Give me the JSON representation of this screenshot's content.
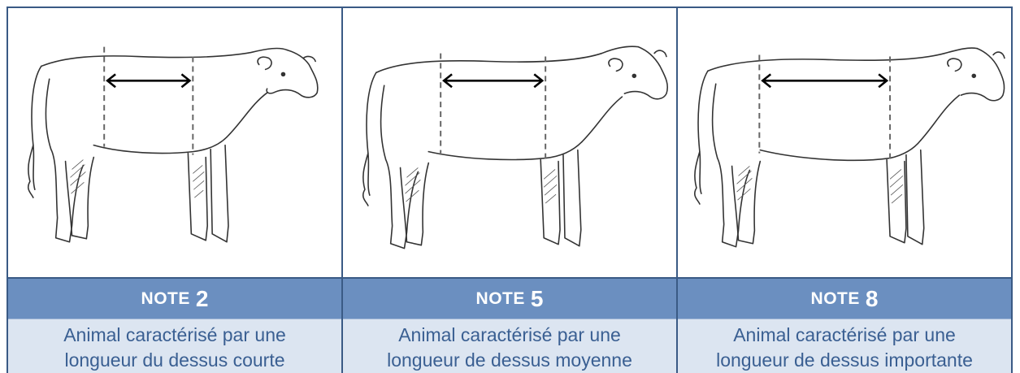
{
  "panels": [
    {
      "note_word": "NOTE",
      "note_value": "2",
      "description_line1": "Animal caractérisé par une",
      "description_line2": "longueur du dessus courte",
      "measure": {
        "start": 118,
        "end": 228
      }
    },
    {
      "note_word": "NOTE",
      "note_value": "5",
      "description_line1": "Animal caractérisé par une",
      "description_line2": "longueur de dessus moyenne",
      "measure": {
        "start": 120,
        "end": 250
      }
    },
    {
      "note_word": "NOTE",
      "note_value": "8",
      "description_line1": "Animal caractérisé par une",
      "description_line2": "longueur de dessus importante",
      "measure": {
        "start": 100,
        "end": 262
      }
    }
  ],
  "colors": {
    "border": "#3a5a85",
    "header_bg": "#6b8fc0",
    "desc_bg": "#dce5f1",
    "desc_text": "#3a5f92"
  }
}
